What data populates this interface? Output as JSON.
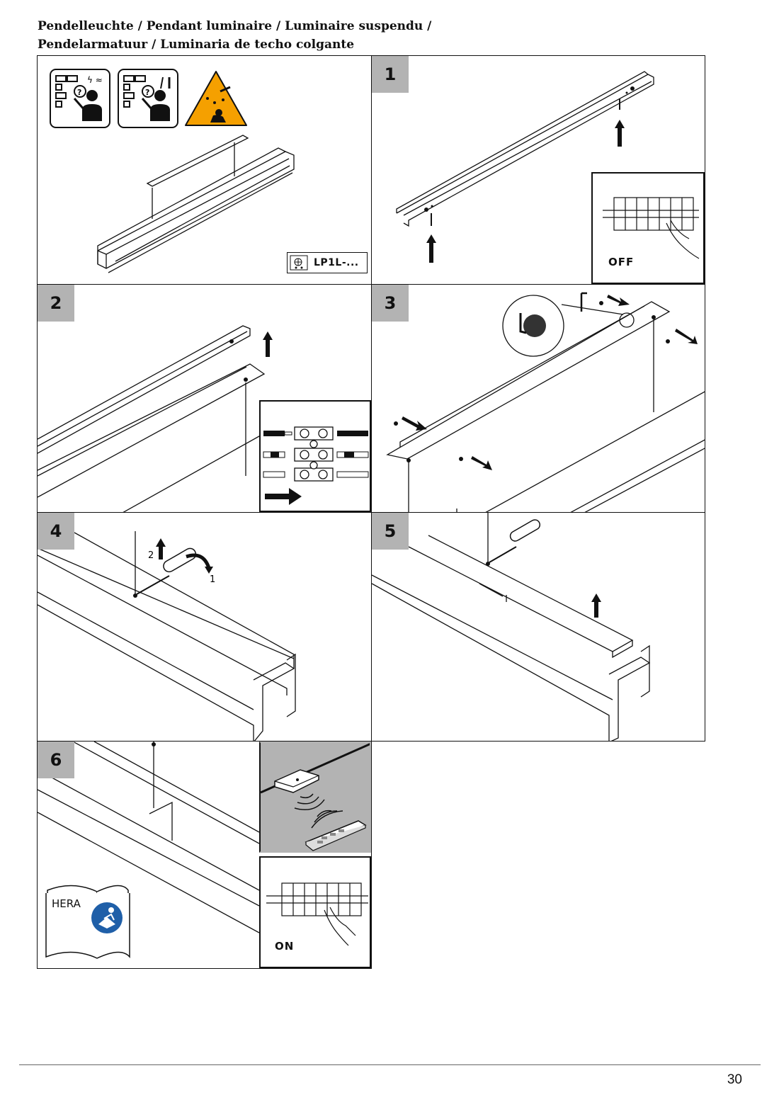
{
  "header": {
    "title_line1": "Pendelleuchte / Pendant luminaire / Luminaire suspendu /",
    "title_line2": "Pendelarmatuur / Luminaria de techo colgante"
  },
  "panels": {
    "intro": {
      "product_code": "LP1L-..."
    },
    "step1": {
      "number": "1",
      "switch_label": "OFF"
    },
    "step2": {
      "number": "2"
    },
    "step3": {
      "number": "3"
    },
    "step4": {
      "number": "4",
      "callout_1": "1",
      "callout_2": "2"
    },
    "step5": {
      "number": "5"
    },
    "step6": {
      "number": "6",
      "switch_label": "ON",
      "manual_label": "HERA"
    }
  },
  "icons": [
    "qualified-electrician-icon",
    "qualified-installer-icon",
    "falling-object-warning-icon",
    "shopping-cart-icon",
    "manual-book-icon",
    "read-instructions-icon",
    "remote-control-icon",
    "circuit-breaker-icon",
    "screwdriver-icon",
    "up-arrow-icon"
  ],
  "colors": {
    "warning": "#f5a000",
    "step_badge": "#b3b3b3",
    "inset_grey": "#b3b3b3",
    "info_blue": "#1f5fa8"
  },
  "footer": {
    "page_number": "30"
  }
}
